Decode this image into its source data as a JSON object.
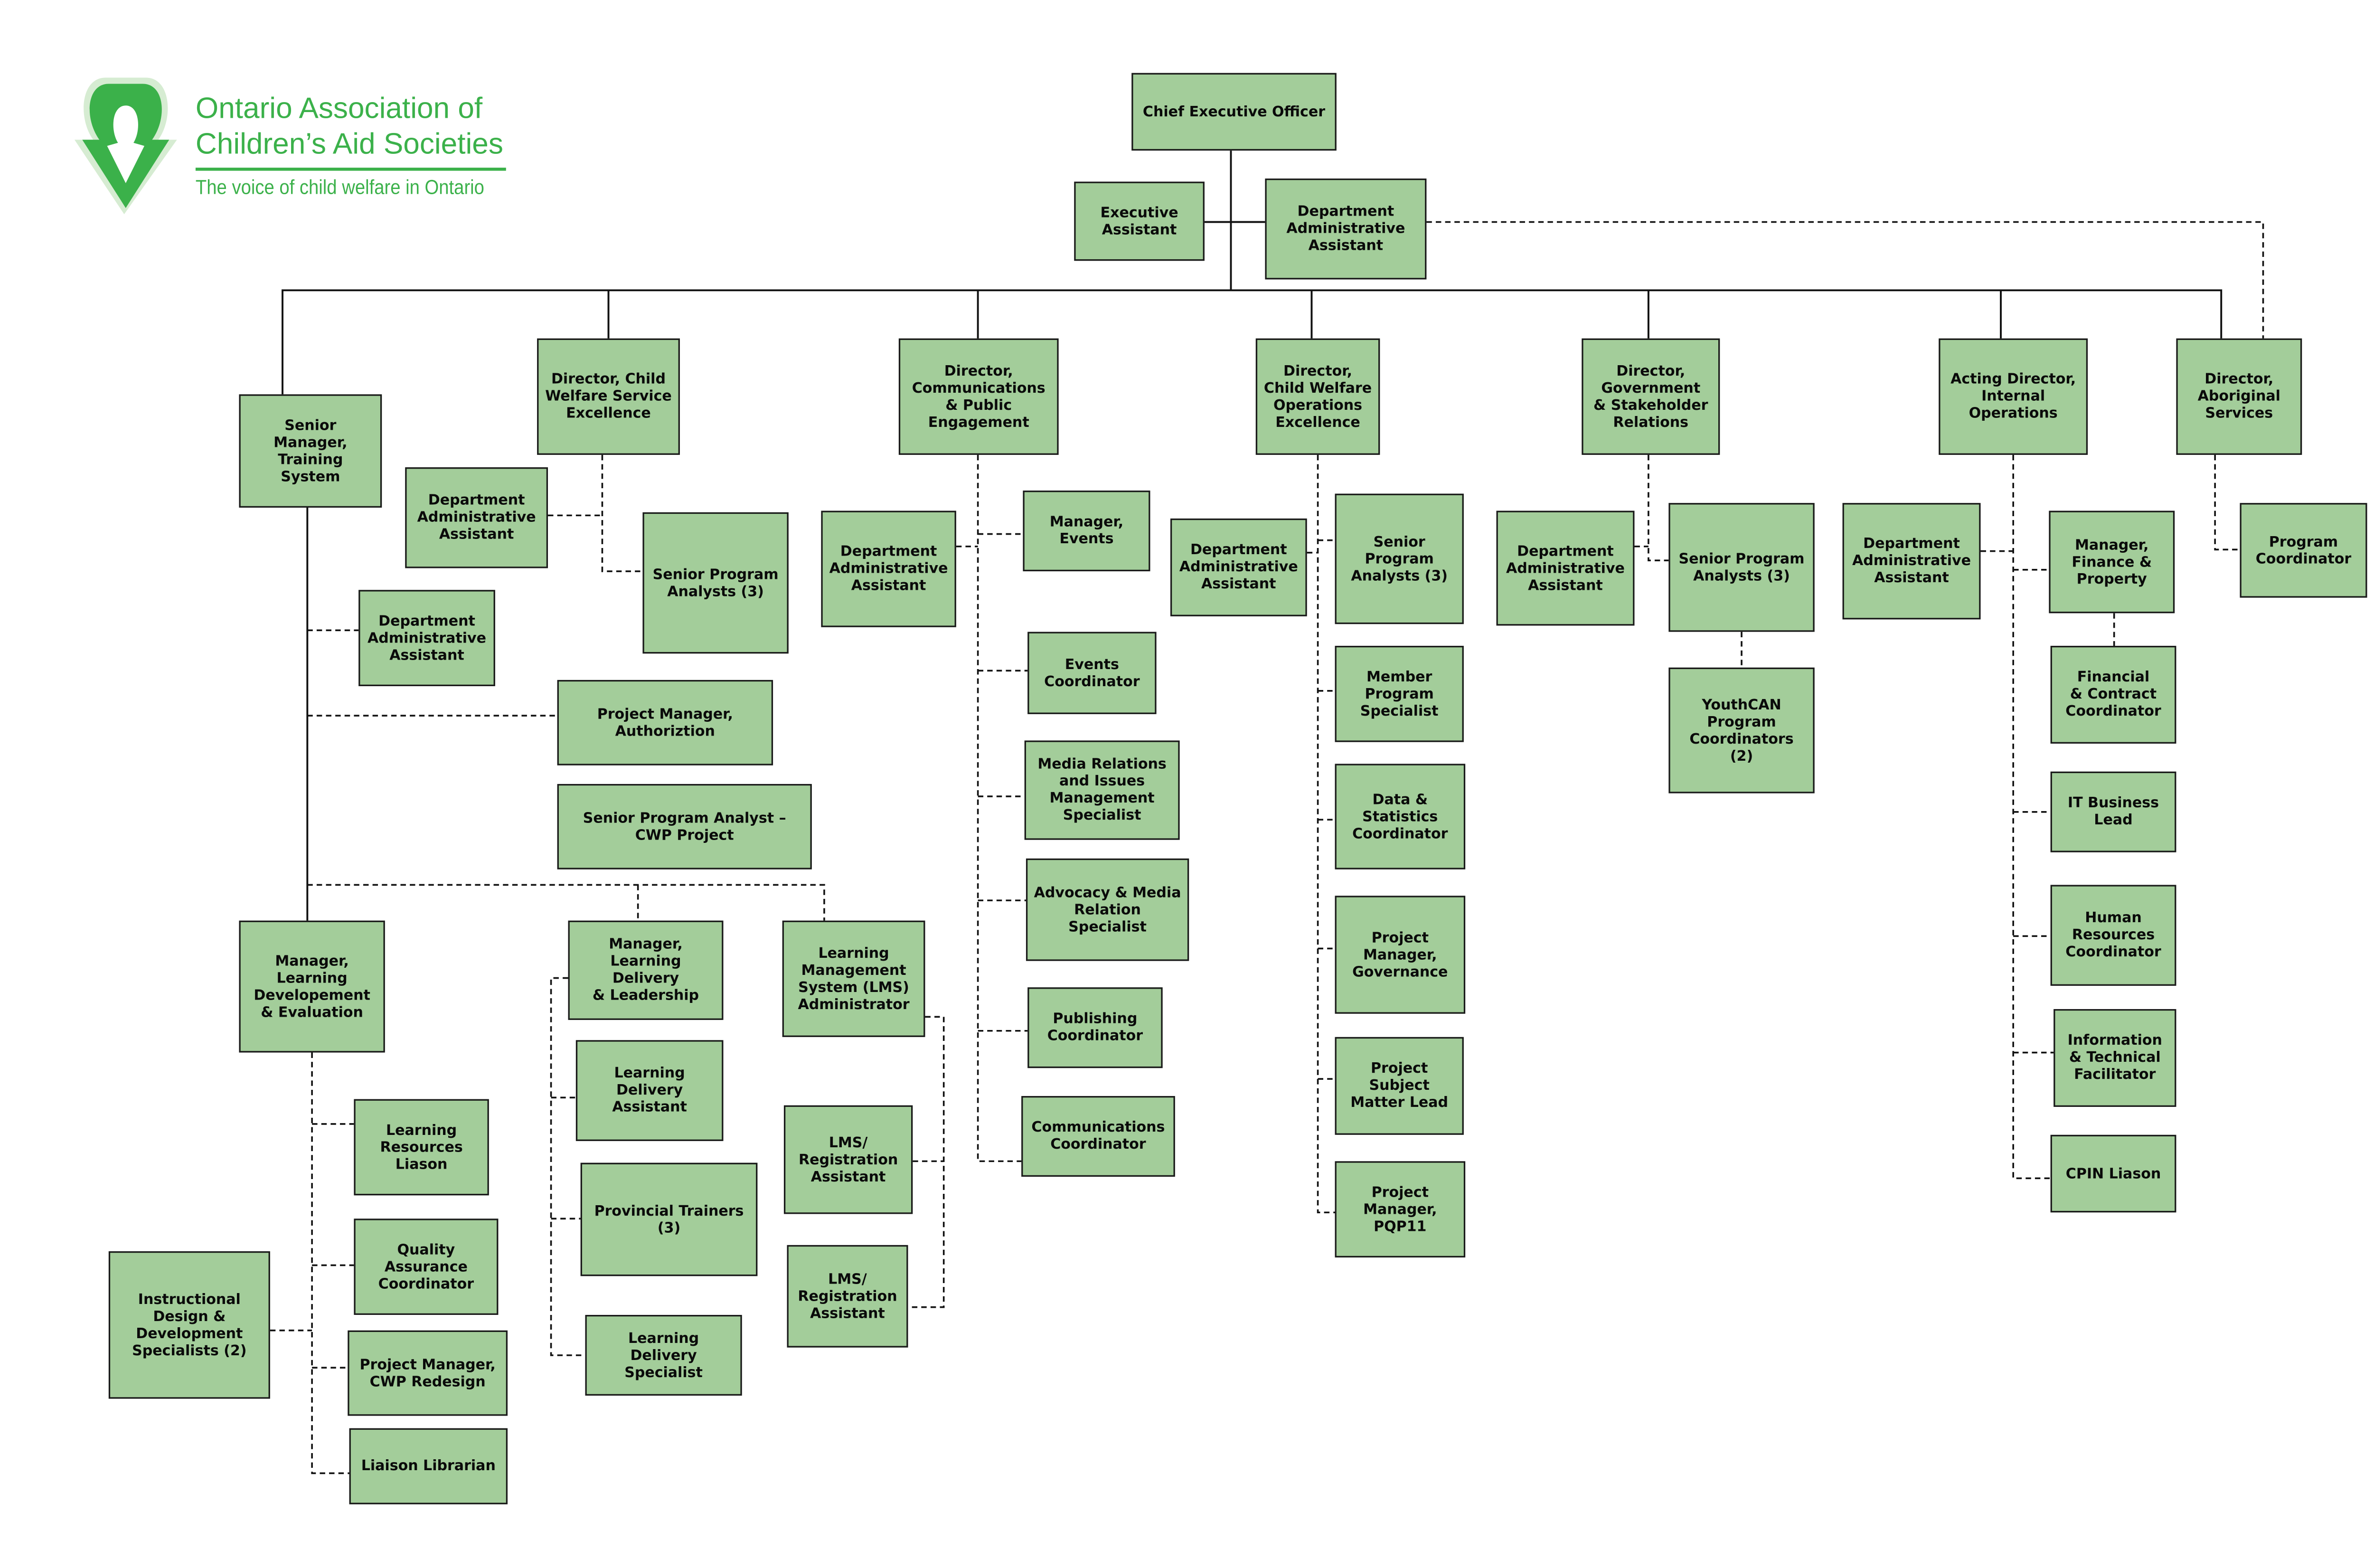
{
  "logo": {
    "title_line1": "Ontario Association of",
    "title_line2": "Children’s Aid Societies",
    "tagline": "The voice of child welfare in Ontario",
    "brand_color": "#3bb14a",
    "brand_color_light": "#d6ecd2"
  },
  "colors": {
    "box_fill": "#a3cd9a",
    "box_border": "#1a1a1a",
    "line": "#111111"
  },
  "nodes": {
    "ceo": "Chief Executive Officer",
    "exec_assistant": "Executive\nAssistant",
    "ceo_dept_admin": "Department\nAdministrative\nAssistant",
    "sr_mgr_training": "Senior\nManager,\nTraining\nSystem",
    "dir_cws": "Director, Child\nWelfare Service\nExcellence",
    "cws_dept_admin": "Department\nAdministrative\nAssistant",
    "cws_spa": "Senior Program\nAnalysts (3)",
    "training_dept_admin": "Department\nAdministrative\nAssistant",
    "pm_authorization": "Project Manager,\nAuthoriztion",
    "spa_cwp": "Senior Program Analyst –\nCWP Project",
    "mgr_learning_dev": "Manager,\nLearning\nDevelopement\n& Evaluation",
    "mgr_learning_delivery": "Manager,\nLearning Delivery\n& Leadership",
    "lms_admin": "Learning\nManagement\nSystem (LMS)\nAdministrator",
    "learning_resources": "Learning\nResources\nLiason",
    "quality_assurance": "Quality\nAssurance\nCoordinator",
    "instructional_design": "Instructional\nDesign &\nDevelopment\nSpecialists (2)",
    "pm_cwp_redesign": "Project Manager,\nCWP Redesign",
    "liaison_librarian": "Liaison Librarian",
    "learning_delivery_asst": "Learning\nDelivery\nAssistant",
    "provincial_trainers": "Provincial Trainers\n(3)",
    "learning_delivery_specialist": "Learning Delivery\nSpecialist",
    "lms_reg_1": "LMS/\nRegistration\nAssistant",
    "lms_reg_2": "LMS/\nRegistration\nAssistant",
    "dir_comms": "Director,\nCommunications\n& Public\nEngagement",
    "comms_dept_admin": "Department\nAdministrative\nAssistant",
    "mgr_events": "Manager,\nEvents",
    "events_coord": "Events\nCoordinator",
    "media_relations": "Media Relations\nand Issues\nManagement\nSpecialist",
    "advocacy": "Advocacy & Media\nRelation Specialist",
    "publishing": "Publishing\nCoordinator",
    "comms_coord": "Communications\nCoordinator",
    "dir_ops": "Director,\nChild Welfare\nOperations\nExcellence",
    "ops_dept_admin": "Department\nAdministrative\nAssistant",
    "ops_spa": "Senior\nProgram\nAnalysts (3)",
    "member_program": "Member\nProgram\nSpecialist",
    "data_stats": "Data &\nStatistics\nCoordinator",
    "pm_governance": "Project\nManager,\nGovernance",
    "project_sme": "Project\nSubject\nMatter Lead",
    "pm_pqp11": "Project\nManager,\nPQP11",
    "dir_gov": "Director,\nGovernment\n& Stakeholder\nRelations",
    "gov_dept_admin": "Department\nAdministrative\nAssistant",
    "gov_spa": "Senior Program\nAnalysts (3)",
    "youthcan": "YouthCAN\nProgram\nCoordinators\n(2)",
    "dir_internal": "Acting Director,\nInternal\nOperations",
    "int_dept_admin": "Department\nAdministrative\nAssistant",
    "mgr_finance": "Manager,\nFinance &\nProperty",
    "financial_contract": "Financial\n& Contract\nCoordinator",
    "it_business": "IT Business\nLead",
    "hr_coord": "Human\nResources\nCoordinator",
    "info_tech": "Information\n& Technical\nFacilitator",
    "cpin": "CPIN Liason",
    "dir_aboriginal": "Director,\nAboriginal\nServices",
    "program_coord": "Program\nCoordinator"
  }
}
